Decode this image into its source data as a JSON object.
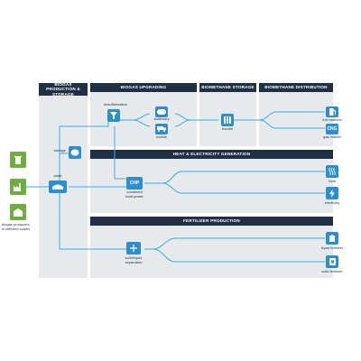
{
  "headers": {
    "biogas_production": "BIOGAS PRODUCTION & STORAGE",
    "biogas_upgrading": "BIOGAS UPGRADING",
    "biomethane_storage": "BIOMETHANE STORAGE",
    "biomethane_distribution": "BIOMETHANE DISTRIBUTION",
    "heat_electricity": "HEAT & ELECTRICITY GENERATION",
    "fertilizer": "FERTILIZER PRODUCTION"
  },
  "nodes": {
    "desulfurization": "desulfurization",
    "stationary": "stationary",
    "mobile": "mobile",
    "bundle": "bundle",
    "fuel_stations": "fuel stations",
    "gas_market": "gas market",
    "storage": "storage",
    "plant": "plant",
    "combined_heat_power": "combined\nheat power",
    "heat": "heat",
    "electricity": "electricity",
    "solid_liquid_separation": "solid/liquid\nseparation",
    "liquid_fertilizer": "liquid fertilizer",
    "solid_fertilizer": "solid fertilizer",
    "biogas_producers": "biogas producers\nin different scales"
  },
  "node_text": {
    "chp": "CHP",
    "cng": "CNG"
  },
  "colors": {
    "header_bg": "#1f2f44",
    "panel_bg": "#e7e9eb",
    "node_blue": "#2a8fd0",
    "line_blue": "#3aaee6",
    "producer_green": "#6fae3e"
  },
  "icons": {
    "producers": [
      "recycle-bin-icon",
      "factory-icon",
      "barn-icon"
    ],
    "storage": "gas-holder-icon",
    "plant": "digester-icon",
    "desulfurization": "filter-icon",
    "stationary": "gas-tank-icon",
    "mobile": "truck-icon",
    "bundle": "cylinder-bundle-icon",
    "fuel_stations": "fuel-pump-icon",
    "heat": "heat-waves-icon",
    "electricity": "lightning-icon",
    "separation": "separator-icon",
    "liquid_fertilizer": "liquid-fertilizer-icon",
    "solid_fertilizer": "solid-fertilizer-icon"
  }
}
